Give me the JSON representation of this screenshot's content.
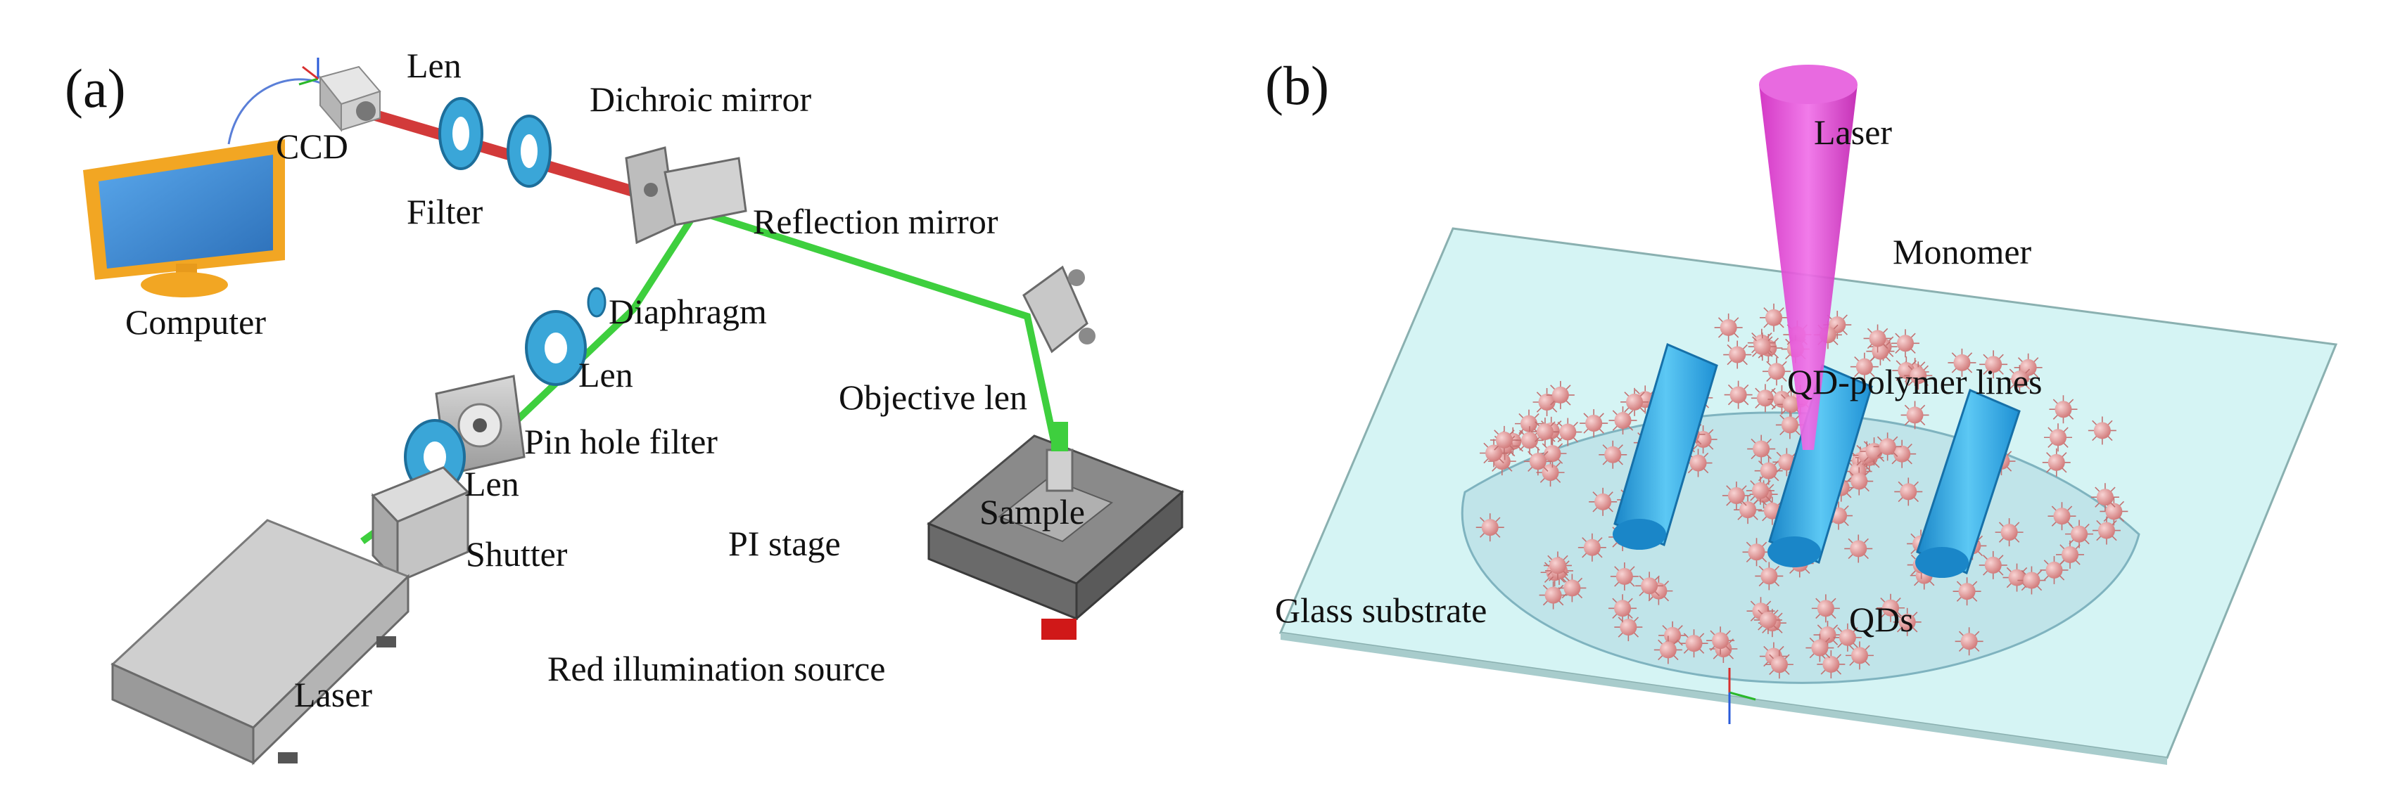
{
  "panels": {
    "a": {
      "label": "(a)",
      "components": {
        "len_top": "Len",
        "ccd": "CCD",
        "dichroic_mirror": "Dichroic mirror",
        "filter": "Filter",
        "reflection_mirror": "Reflection mirror",
        "computer": "Computer",
        "diaphragm": "Diaphragm",
        "len_mid": "Len",
        "objective_len": "Objective len",
        "pin_hole_filter": "Pin hole filter",
        "len_low": "Len",
        "sample": "Sample",
        "pi_stage": "PI stage",
        "shutter": "Shutter",
        "red_illumination_source": "Red illumination source",
        "laser": "Laser"
      }
    },
    "b": {
      "label": "(b)",
      "components": {
        "laser": "Laser",
        "monomer": "Monomer",
        "qd_polymer_lines": "QD-polymer lines",
        "glass_substrate": "Glass substrate",
        "qds": "QDs"
      }
    }
  },
  "colors": {
    "green_beam": "#3ecf3e",
    "red_beam": "#d23a3a",
    "monitor_frame": "#f2a623",
    "monitor_screen": "#3f8ed6",
    "optic_blue": "#3aa6d8",
    "laser_cone": "#e040d0",
    "polymer_lines": "#29a8e8",
    "quantum_dots": "#e8a0a0",
    "substrate": "#d5f4f4",
    "dome": "#b8dfe6",
    "metal_gray": "#bfbfbf"
  }
}
